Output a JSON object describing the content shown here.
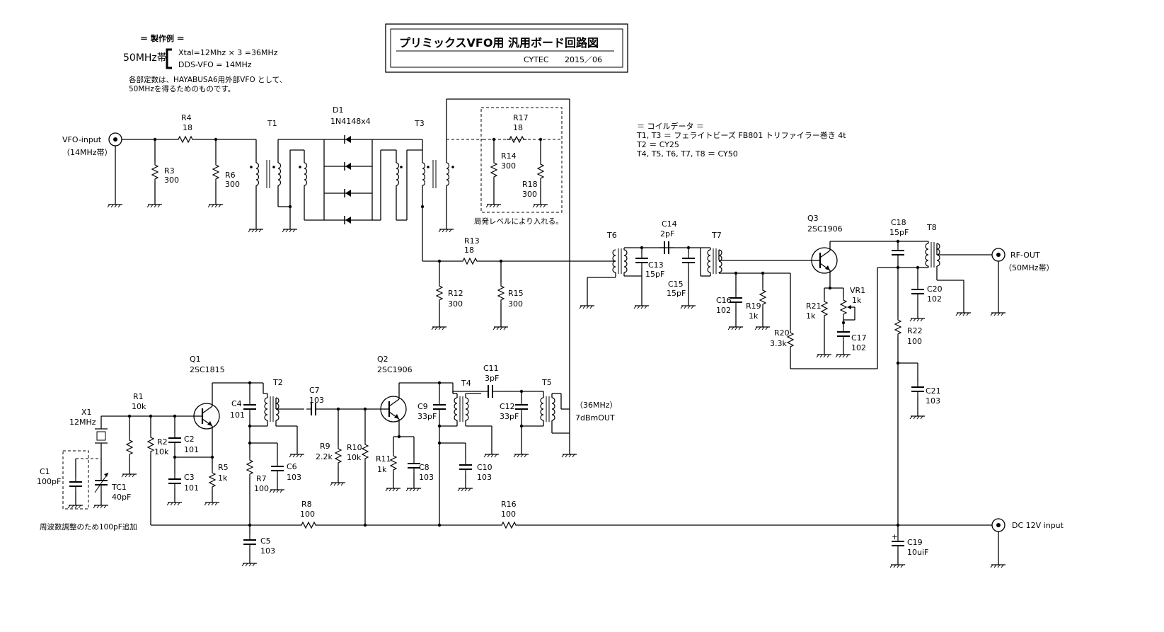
{
  "title": {
    "main": "プリミックスVFO用 汎用ボード回路図",
    "company": "CYTEC",
    "date": "2015／06"
  },
  "example": {
    "heading": "＝ 製作例 ＝",
    "band": "50MHz帯",
    "line1": "Xtal=12Mhz × 3 =36MHz",
    "line2": "DDS-VFO = 14MHz",
    "note1": "各部定数は、HAYABUSA6用外部VFO として、",
    "note2": "50MHzを得るためのものです。"
  },
  "coil_data": {
    "heading": "＝ コイルデータ ＝",
    "line1": "T1, T3 ＝ フェライトビーズ FB801 トリファイラー巻き 4t",
    "line2": "T2 ＝ CY25",
    "line3": "T4, T5, T6, T7, T8 ＝ CY50"
  },
  "ports": {
    "vfo_in": "VFO-input",
    "vfo_in_band": "（14MHz帯）",
    "rf_out": "RF-OUT",
    "rf_out_band": "（50MHz帯）",
    "dc_in": "DC 12V input",
    "osc_out1": "（36MHz）",
    "osc_out2": "7dBmOUT"
  },
  "notes": {
    "local_level": "局発レベルにより入れる。",
    "freq_adjust": "周波数調整のため100pF追加"
  },
  "components": {
    "R4": {
      "ref": "R4",
      "val": "18"
    },
    "R3": {
      "ref": "R3",
      "val": "300"
    },
    "R6": {
      "ref": "R6",
      "val": "300"
    },
    "T1": {
      "ref": "T1"
    },
    "D1": {
      "ref": "D1",
      "val": "1N4148x4"
    },
    "T3": {
      "ref": "T3"
    },
    "R17": {
      "ref": "R17",
      "val": "18"
    },
    "R14": {
      "ref": "R14",
      "val": "300"
    },
    "R18": {
      "ref": "R18",
      "val": "300"
    },
    "R13": {
      "ref": "R13",
      "val": "18"
    },
    "R12": {
      "ref": "R12",
      "val": "300"
    },
    "R15": {
      "ref": "R15",
      "val": "300"
    },
    "T6": {
      "ref": "T6"
    },
    "C14": {
      "ref": "C14",
      "val": "2pF"
    },
    "T7": {
      "ref": "T7"
    },
    "C13": {
      "ref": "C13",
      "val": "15pF"
    },
    "C15": {
      "ref": "C15",
      "val": "15pF"
    },
    "C16": {
      "ref": "C16",
      "val": "102"
    },
    "R19": {
      "ref": "R19",
      "val": "1k"
    },
    "R20": {
      "ref": "R20",
      "val": "3.3k"
    },
    "Q3": {
      "ref": "Q3",
      "val": "2SC1906"
    },
    "R21": {
      "ref": "R21",
      "val": "1k"
    },
    "VR1": {
      "ref": "VR1",
      "val": "1k"
    },
    "C17": {
      "ref": "C17",
      "val": "102"
    },
    "C18": {
      "ref": "C18",
      "val": "15pF"
    },
    "T8": {
      "ref": "T8"
    },
    "C20": {
      "ref": "C20",
      "val": "102"
    },
    "R22": {
      "ref": "R22",
      "val": "100"
    },
    "C21": {
      "ref": "C21",
      "val": "103"
    },
    "C19": {
      "ref": "C19",
      "val": "10uiF"
    },
    "Q1": {
      "ref": "Q1",
      "val": "2SC1815"
    },
    "X1": {
      "ref": "X1",
      "val": "12MHz"
    },
    "R1": {
      "ref": "R1",
      "val": "10k"
    },
    "R2": {
      "ref": "R2",
      "val": "10k"
    },
    "C2": {
      "ref": "C2",
      "val": "101"
    },
    "C3": {
      "ref": "C3",
      "val": "101"
    },
    "R5": {
      "ref": "R5",
      "val": "1k"
    },
    "C1": {
      "ref": "C1",
      "val": "100pF"
    },
    "TC1": {
      "ref": "TC1",
      "val": "40pF"
    },
    "C4": {
      "ref": "C4",
      "val": "101"
    },
    "T2": {
      "ref": "T2"
    },
    "R7": {
      "ref": "R7",
      "val": "100"
    },
    "C6": {
      "ref": "C6",
      "val": "103"
    },
    "C5": {
      "ref": "C5",
      "val": "103"
    },
    "C7": {
      "ref": "C7",
      "val": "103"
    },
    "R8": {
      "ref": "R8",
      "val": "100"
    },
    "R9": {
      "ref": "R9",
      "val": "2.2k"
    },
    "R10": {
      "ref": "R10",
      "val": "10k"
    },
    "Q2": {
      "ref": "Q2",
      "val": "2SC1906"
    },
    "R11": {
      "ref": "R11",
      "val": "1k"
    },
    "C8": {
      "ref": "C8",
      "val": "103"
    },
    "C9": {
      "ref": "C9",
      "val": "33pF"
    },
    "C10": {
      "ref": "C10",
      "val": "103"
    },
    "T4": {
      "ref": "T4"
    },
    "C11": {
      "ref": "C11",
      "val": "3pF"
    },
    "C12": {
      "ref": "C12",
      "val": "33pF"
    },
    "T5": {
      "ref": "T5"
    },
    "R16": {
      "ref": "R16",
      "val": "100"
    }
  }
}
